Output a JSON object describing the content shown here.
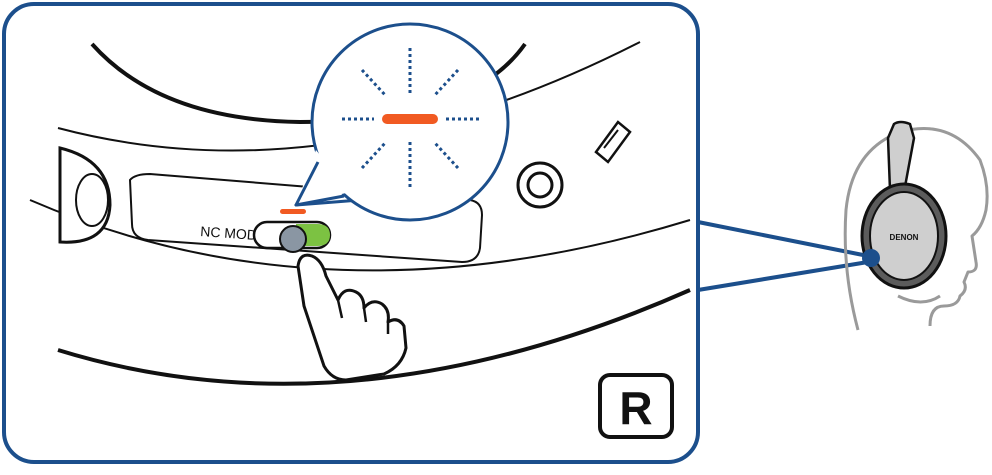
{
  "illustration": {
    "switch_label": "NC MODE",
    "side_badge": "R",
    "brand_text": "DENON"
  },
  "colors": {
    "frame": "#1c4f8c",
    "indicator": "#f15a22",
    "switch_on": "#7cc242",
    "knob": "#8a96a3",
    "sketch": "#9a9a9a",
    "ink": "#111111"
  },
  "icons": {
    "indicator": "led-light-icon",
    "finger": "hand-pointer-icon",
    "side": "right-side-badge-icon"
  }
}
